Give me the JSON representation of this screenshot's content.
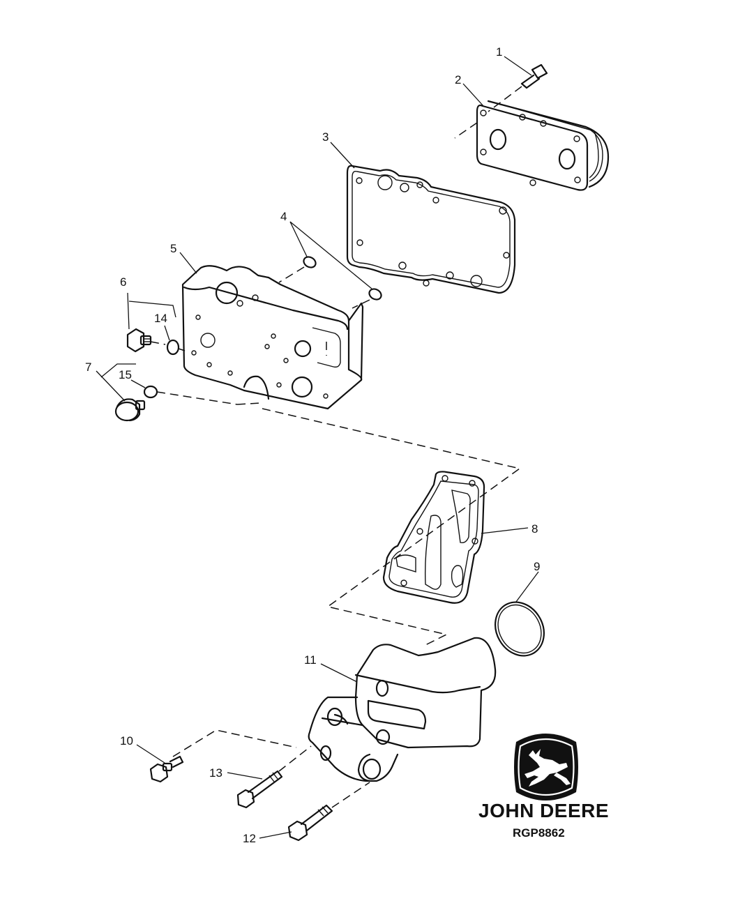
{
  "callouts": [
    "1",
    "2",
    "3",
    "4",
    "5",
    "6",
    "7",
    "8",
    "9",
    "10",
    "11",
    "12",
    "13",
    "14",
    "15"
  ],
  "brand": {
    "name": "JOHN DEERE",
    "drawing_id": "RGP8862"
  }
}
